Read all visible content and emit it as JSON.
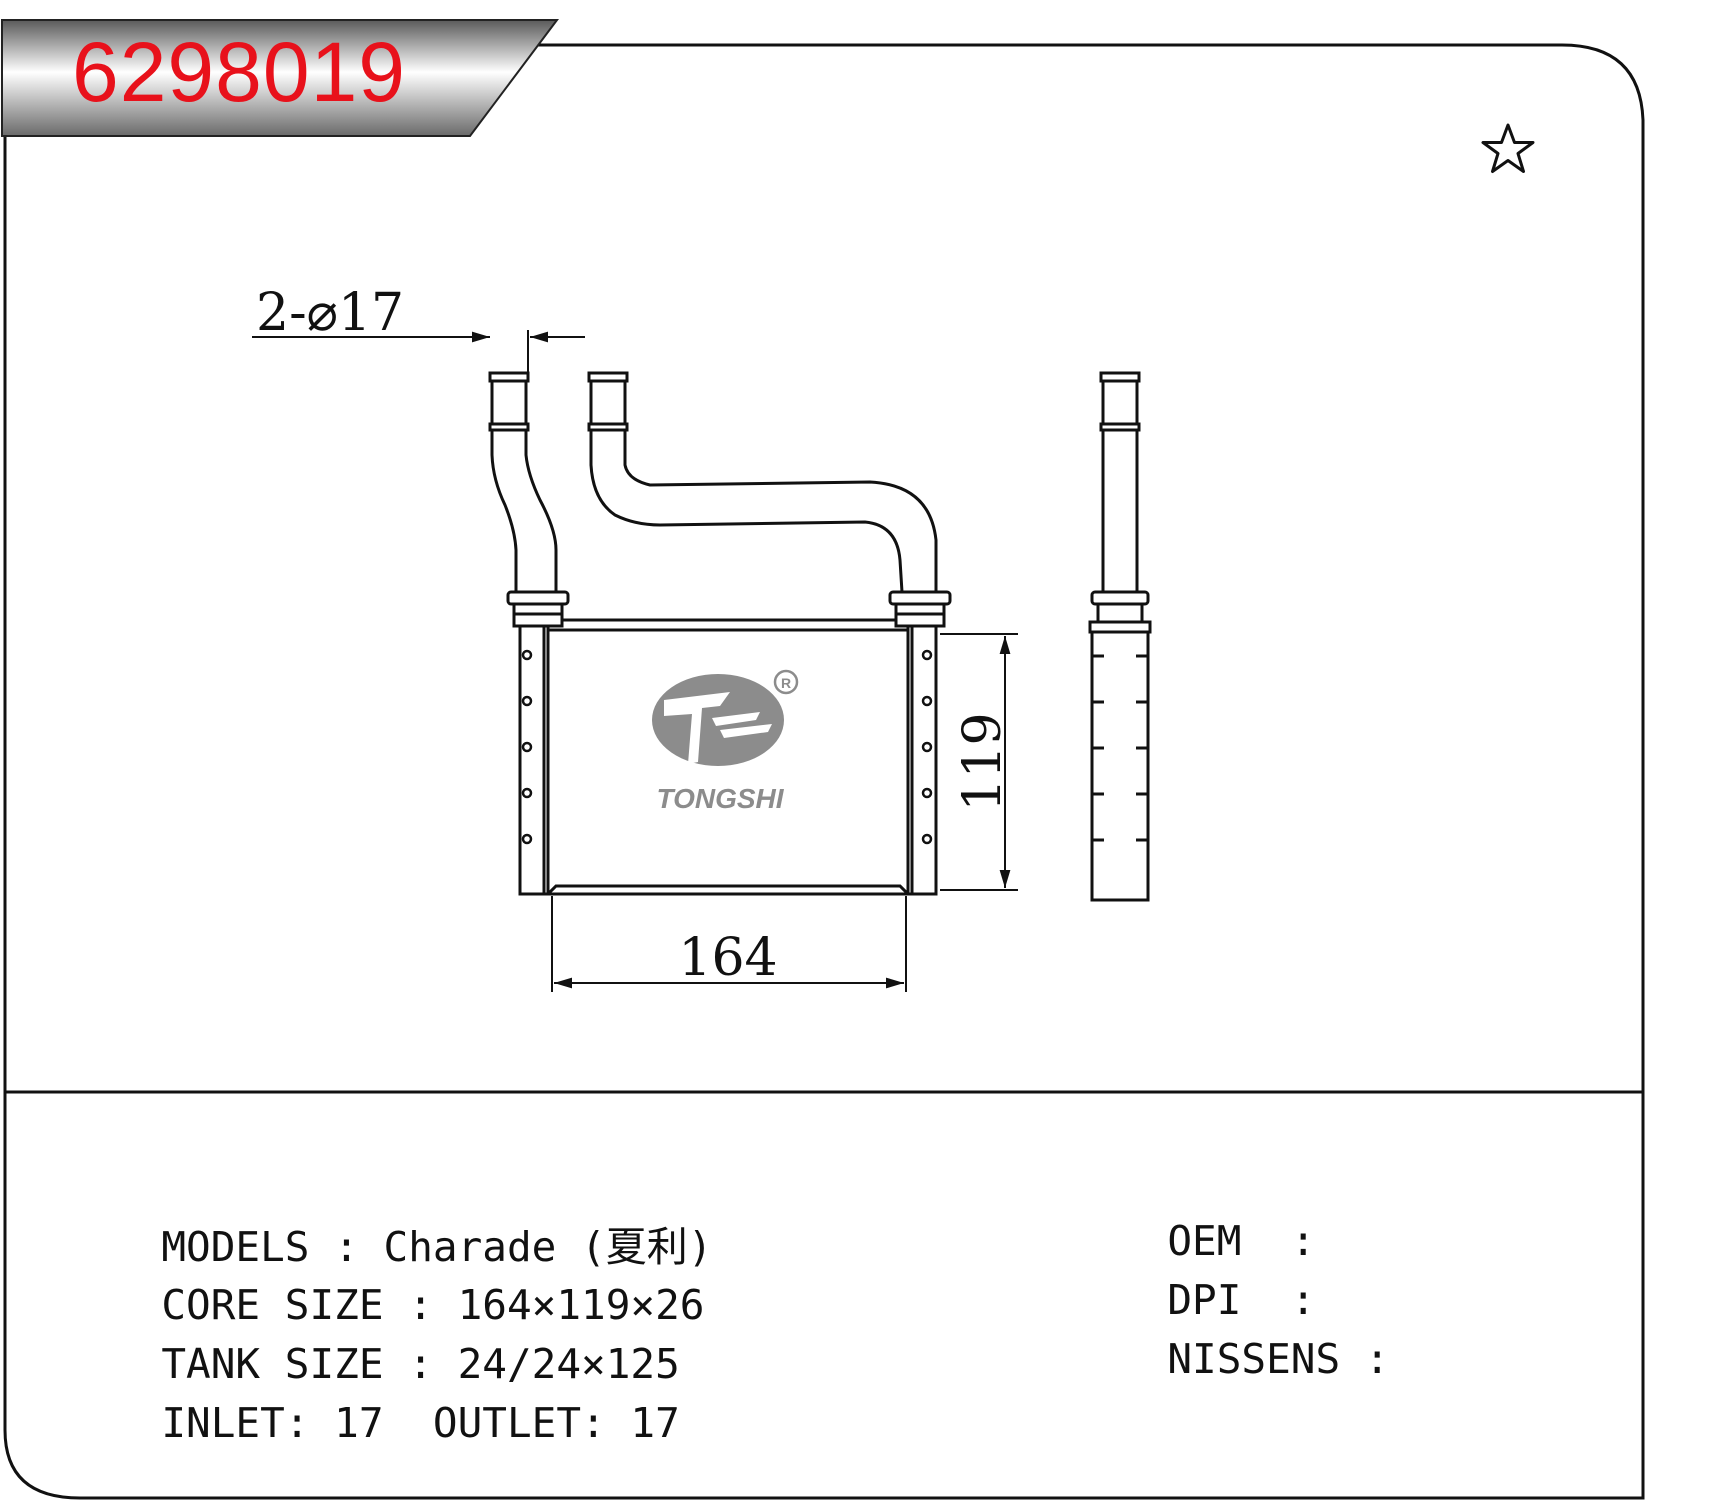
{
  "part_number": "6298019",
  "brand": "TONGSHI",
  "registered_mark": "R",
  "dimensions": {
    "pipe": "2-⌀17",
    "height": "119",
    "width": "164"
  },
  "specs": {
    "models_label": "MODELS",
    "models_sep": ":",
    "models_value": "Charade (夏利)",
    "core_label": "CORE SIZE",
    "core_sep": ":",
    "core_value": "164×119×26",
    "tank_label": "TANK SIZE",
    "tank_sep": ":",
    "tank_value": "24/24×125",
    "inlet_label": "INLET:",
    "inlet_value": "17",
    "outlet_label": "OUTLET:",
    "outlet_value": "17",
    "oem_label": "OEM",
    "oem_sep": ":",
    "dpi_label": "DPI",
    "dpi_sep": ":",
    "nissens_label": "NISSENS",
    "nissens_sep": ":"
  },
  "icons": {
    "favorite": "star-outline-icon"
  },
  "colors": {
    "part_number": "#e8111b",
    "header_band": "#777777"
  }
}
